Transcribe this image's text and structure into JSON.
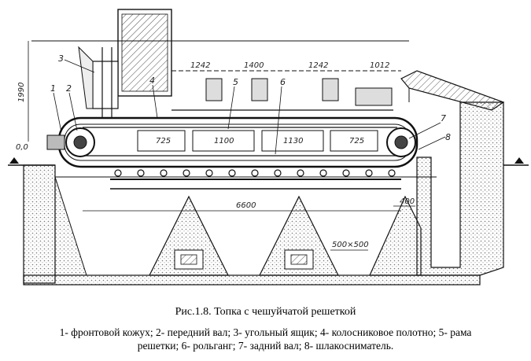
{
  "figure": {
    "caption": "Рис.1.8. Топка с чешуйчатой решеткой",
    "legend_line1": "1- фронтовой кожух; 2- передний вал; 3- угольный ящик; 4- колосниковое полотно; 5- рама",
    "legend_line2": "решетки; 6- рольганг; 7- задний вал; 8- шлакосниматель."
  },
  "dimensions": {
    "d1990": "1990",
    "d0": "0,0",
    "d1242a": "1242",
    "d1400": "1400",
    "d1242b": "1242",
    "d1012": "1012",
    "d725a": "725",
    "d1100": "1100",
    "d1130": "1130",
    "d725b": "725",
    "d6600": "6600",
    "d400": "400",
    "d500x500": "500×500"
  },
  "labels": {
    "n1": "1",
    "n2": "2",
    "n3": "3",
    "n4": "4",
    "n5": "5",
    "n6": "6",
    "n7": "7",
    "n8": "8"
  }
}
